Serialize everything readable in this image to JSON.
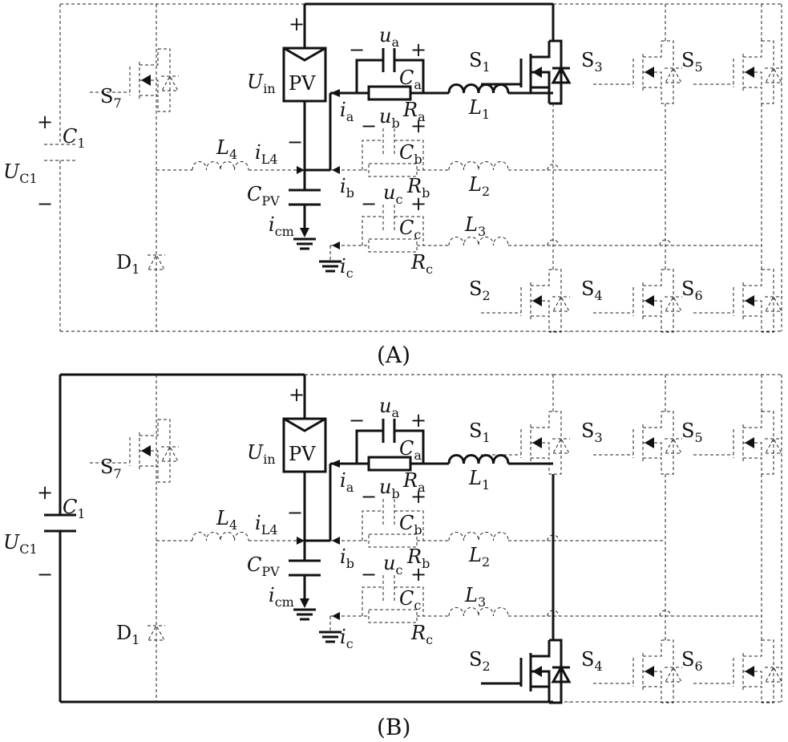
{
  "captions": {
    "a": "(A)",
    "b": "(B)"
  },
  "labels": {
    "u_main": "U",
    "u_sub": "in",
    "pv": "PV",
    "uc1_main": "U",
    "uc1_sub": "C1",
    "c1_main": "C",
    "c1_sub": "1",
    "c_letter": "C",
    "c_pv_sub": "PV",
    "l_letter": "L",
    "i_letter": "i",
    "i_l4_sub": "L4",
    "i_cm_sub": "cm",
    "u_lower": "u",
    "r_letter": "R",
    "sub_a": "a",
    "sub_b": "b",
    "sub_c": "c",
    "n1": "1",
    "n2": "2",
    "n3": "3",
    "n4": "4",
    "n5": "5",
    "n6": "6",
    "n7": "7",
    "s_letter": "S",
    "d_letter": "D",
    "plus": "+",
    "minus": "−"
  },
  "colors": {
    "line": "#111111",
    "dashed": "#222222",
    "background": "#ffffff"
  }
}
